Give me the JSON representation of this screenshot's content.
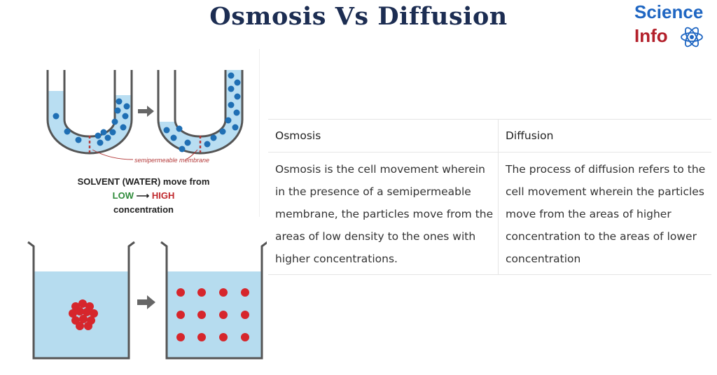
{
  "header": {
    "title": "Osmosis Vs Diffusion"
  },
  "logo": {
    "line1": "Science",
    "line2": "Info",
    "icon": "atom-icon"
  },
  "osmosis_diagram": {
    "membrane_label": "semipermeable membrane",
    "caption_line1": "SOLVENT (WATER) move from",
    "caption_low": "LOW",
    "caption_arrow": "⟶",
    "caption_high": "HIGH",
    "caption_line3": "concentration",
    "colors": {
      "water": "#b9def2",
      "particle": "#1f6fb4",
      "membrane": "#b43a3a"
    }
  },
  "diffusion_diagram": {
    "colors": {
      "water": "#b6dcef",
      "particle": "#d6262c"
    }
  },
  "comparison_table": {
    "headers": [
      "Osmosis",
      "Diffusion"
    ],
    "rows": [
      {
        "osmosis": "Osmosis is the cell movement wherein in the presence of a semipermeable membrane, the particles move from the areas of low density to the ones with higher concentrations.",
        "diffusion": "The process of diffusion refers to the cell movement wherein the particles move from the areas of higher concentration to the areas of lower concentration"
      }
    ]
  }
}
